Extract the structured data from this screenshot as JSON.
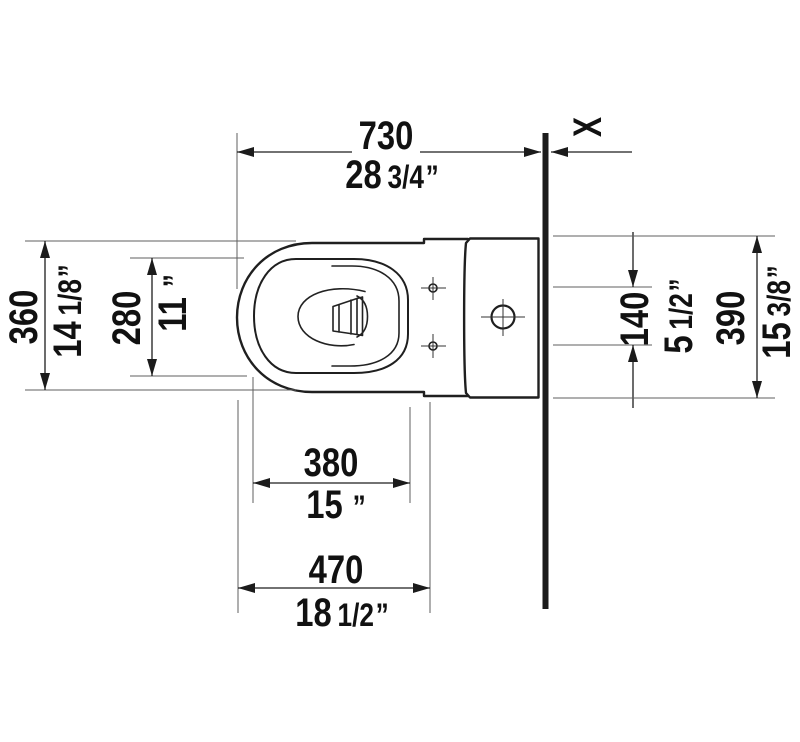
{
  "drawing": {
    "description": "Toilet top-view technical dimension drawing",
    "labels": {
      "section_mark": "X"
    },
    "dimensions": {
      "overall_depth": {
        "mm": "730",
        "inch_whole": "28",
        "inch_frac": "3/4",
        "inch_mark": "”"
      },
      "bowl_width": {
        "mm": "360",
        "inch_whole": "14",
        "inch_frac": "1/8",
        "inch_mark": "”"
      },
      "seat_opening_width": {
        "mm": "280",
        "inch_whole": "11",
        "inch_frac": "",
        "inch_mark": "”"
      },
      "hole_spacing": {
        "mm": "140",
        "inch_whole": "5",
        "inch_frac": "1/2",
        "inch_mark": "”"
      },
      "tank_width": {
        "mm": "390",
        "inch_whole": "15",
        "inch_frac": "3/8",
        "inch_mark": "”"
      },
      "seat_opening_depth": {
        "mm": "380",
        "inch_whole": "15",
        "inch_frac": "",
        "inch_mark": "”"
      },
      "bowl_projection": {
        "mm": "470",
        "inch_whole": "18",
        "inch_frac": "1/2",
        "inch_mark": "”"
      }
    },
    "colors": {
      "line": "#1f1f1f",
      "extension_line": "#5f5f5f",
      "background": "#ffffff"
    }
  }
}
